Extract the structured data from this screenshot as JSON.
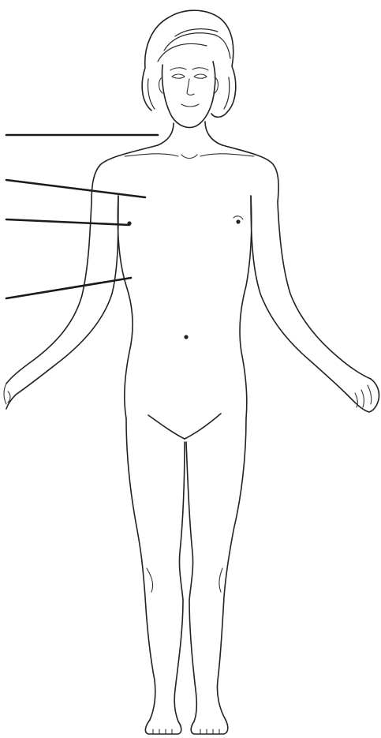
{
  "figure": {
    "subject": "anterior-female-body-outline",
    "colors": {
      "line": "#222222",
      "leader": "#1a1a1a",
      "background": "#ffffff"
    },
    "label_lines": [
      {
        "name": "leader-line-1",
        "label": ""
      },
      {
        "name": "leader-line-2",
        "label": ""
      },
      {
        "name": "leader-line-3",
        "label": ""
      },
      {
        "name": "leader-line-4",
        "label": ""
      }
    ]
  }
}
